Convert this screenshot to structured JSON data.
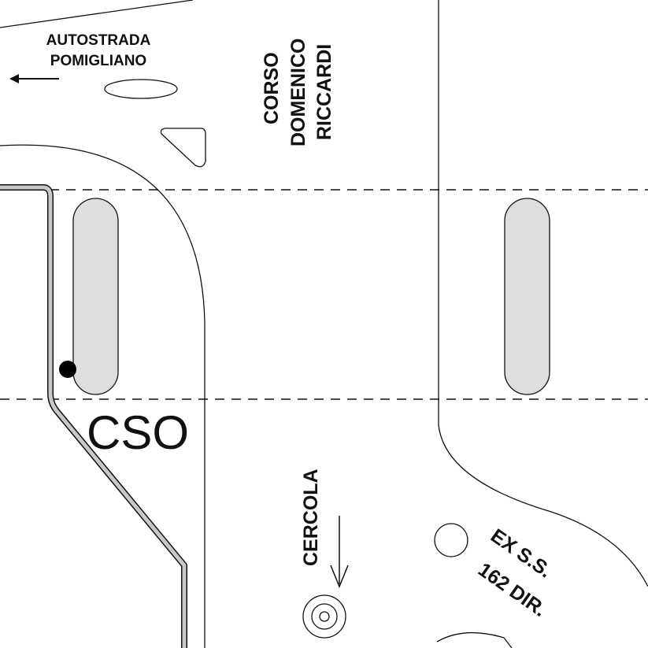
{
  "map": {
    "labels": {
      "autostrada_line1": "AUTOSTRADA",
      "autostrada_line2": "POMIGLIANO",
      "corso_line1": "CORSO",
      "corso_line2": "DOMENICO",
      "corso_line3": "RICCARDI",
      "cso": "CSO",
      "cercola": "CERCOLA",
      "exss_line1": "EX S.S.",
      "exss_line2": "162 DIR."
    },
    "colors": {
      "road_edge": "#111111",
      "island_fill": "#dedede",
      "route_line": "#c8c8c8",
      "marker": "#000000"
    },
    "icons": [
      "arrow-left-icon",
      "arrow-down-icon",
      "location-marker-icon",
      "target-circle-icon"
    ]
  }
}
